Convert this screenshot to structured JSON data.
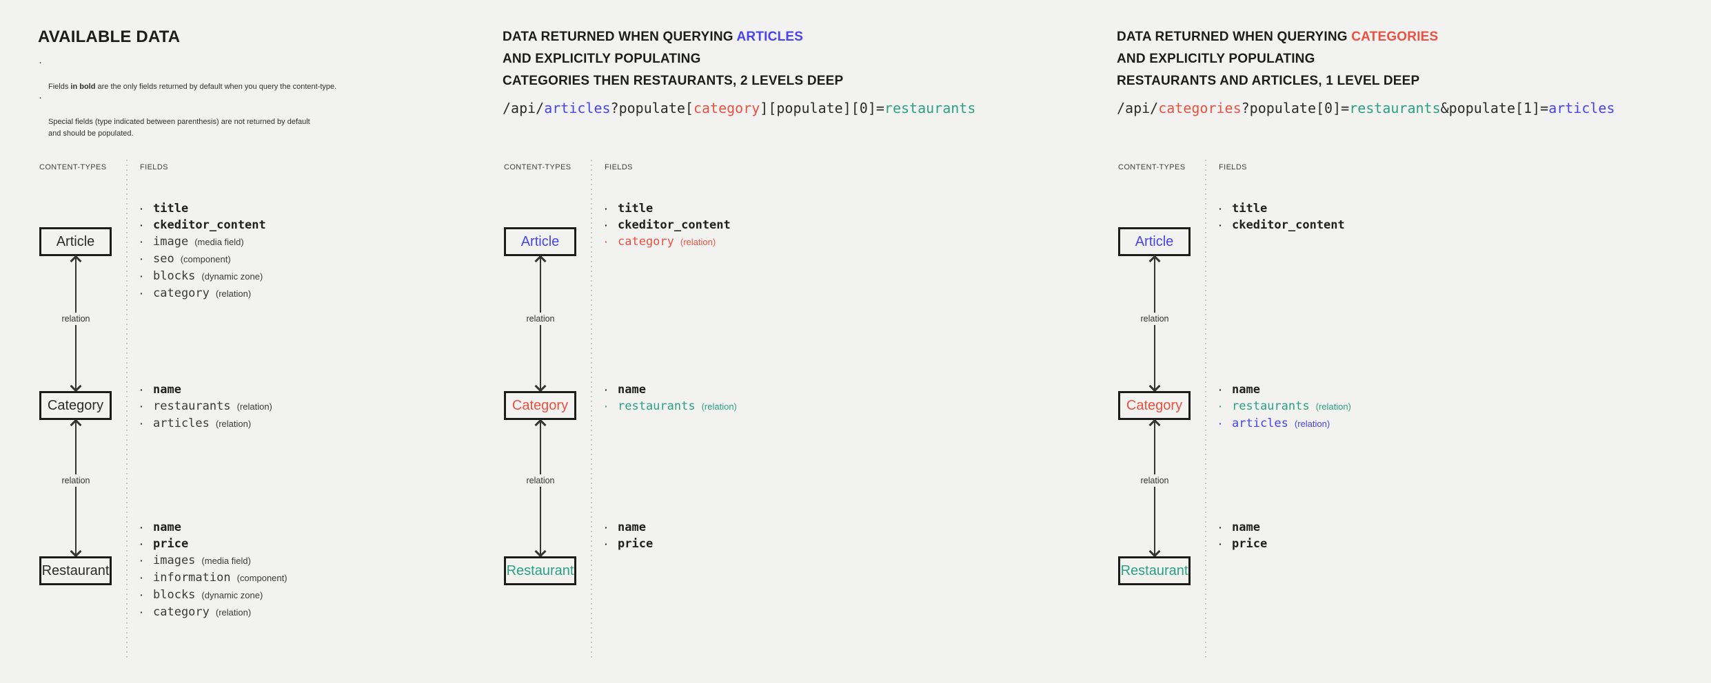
{
  "background": "#f2f2f0",
  "colors": {
    "blue": "#4643ef",
    "red": "#eb5140",
    "teal": "#2aa183",
    "heading": "#1c1c1c"
  },
  "panels": [
    {
      "name": "available-data",
      "heading_lines": [
        [
          {
            "text": "AVAILABLE DATA"
          }
        ]
      ],
      "notes": [
        {
          "parts": [
            {
              "text": "Fields "
            },
            {
              "text": "in bold",
              "bold": true
            },
            {
              "text": " are the only fields returned by default when you query the content-type."
            }
          ]
        },
        {
          "parts": [
            {
              "text": "Special fields (type indicated between parenthesis) are not returned by default\nand should be populated."
            }
          ]
        }
      ],
      "diagram": {
        "content_types_label": "CONTENT-TYPES",
        "fields_label": "FIELDS",
        "relation_label": "relation",
        "nodes": [
          {
            "label": "Article",
            "fields": [
              {
                "name": "title",
                "bold": true
              },
              {
                "name": "ckeditor_content",
                "bold": true
              },
              {
                "name": "image",
                "type": "(media field)"
              },
              {
                "name": "seo",
                "type": "(component)"
              },
              {
                "name": "blocks",
                "type": "(dynamic zone)"
              },
              {
                "name": "category",
                "type": "(relation)"
              }
            ]
          },
          {
            "label": "Category",
            "fields": [
              {
                "name": "name",
                "bold": true
              },
              {
                "name": "restaurants",
                "type": "(relation)"
              },
              {
                "name": "articles",
                "type": "(relation)"
              }
            ]
          },
          {
            "label": "Restaurant",
            "fields": [
              {
                "name": "name",
                "bold": true
              },
              {
                "name": "price",
                "bold": true
              },
              {
                "name": "images",
                "type": "(media field)"
              },
              {
                "name": "information",
                "type": "(component)"
              },
              {
                "name": "blocks",
                "type": "(dynamic zone)"
              },
              {
                "name": "category",
                "type": "(relation)"
              }
            ]
          }
        ]
      }
    },
    {
      "name": "query-articles",
      "heading_lines": [
        [
          {
            "text": "DATA RETURNED WHEN QUERYING "
          },
          {
            "text": "ARTICLES",
            "color": "blue"
          }
        ],
        [
          {
            "text": "AND EXPLICITLY POPULATING"
          }
        ],
        [
          {
            "text": "CATEGORIES THEN RESTAURANTS, 2 LEVELS DEEP"
          }
        ]
      ],
      "api_segments": [
        {
          "text": "/api/"
        },
        {
          "text": "articles",
          "color": "blue"
        },
        {
          "text": "?populate["
        },
        {
          "text": "category",
          "color": "red"
        },
        {
          "text": "][populate][0]="
        },
        {
          "text": "restaurants",
          "color": "teal"
        }
      ],
      "diagram": {
        "content_types_label": "CONTENT-TYPES",
        "fields_label": "FIELDS",
        "relation_label": "relation",
        "nodes": [
          {
            "label": "Article",
            "color": "blue",
            "fields": [
              {
                "name": "title",
                "bold": true
              },
              {
                "name": "ckeditor_content",
                "bold": true
              },
              {
                "name": "category",
                "type": "(relation)",
                "color": "red"
              }
            ]
          },
          {
            "label": "Category",
            "color": "red",
            "fields": [
              {
                "name": "name",
                "bold": true
              },
              {
                "name": "restaurants",
                "type": "(relation)",
                "color": "teal"
              }
            ]
          },
          {
            "label": "Restaurant",
            "color": "teal",
            "fields": [
              {
                "name": "name",
                "bold": true
              },
              {
                "name": "price",
                "bold": true
              }
            ]
          }
        ]
      }
    },
    {
      "name": "query-categories",
      "heading_lines": [
        [
          {
            "text": "DATA RETURNED WHEN QUERYING "
          },
          {
            "text": "CATEGORIES",
            "color": "red"
          }
        ],
        [
          {
            "text": "AND EXPLICITLY POPULATING"
          }
        ],
        [
          {
            "text": "RESTAURANTS AND ARTICLES, 1 LEVEL DEEP"
          }
        ]
      ],
      "api_segments": [
        {
          "text": "/api/"
        },
        {
          "text": "categories",
          "color": "red"
        },
        {
          "text": "?populate[0]="
        },
        {
          "text": "restaurants",
          "color": "teal"
        },
        {
          "text": "&populate[1]="
        },
        {
          "text": "articles",
          "color": "blue"
        }
      ],
      "diagram": {
        "content_types_label": "CONTENT-TYPES",
        "fields_label": "FIELDS",
        "relation_label": "relation",
        "nodes": [
          {
            "label": "Article",
            "color": "blue",
            "fields": [
              {
                "name": "title",
                "bold": true
              },
              {
                "name": "ckeditor_content",
                "bold": true
              }
            ]
          },
          {
            "label": "Category",
            "color": "red",
            "fields": [
              {
                "name": "name",
                "bold": true
              },
              {
                "name": "restaurants",
                "type": "(relation)",
                "color": "teal"
              },
              {
                "name": "articles",
                "type": "(relation)",
                "color": "blue"
              }
            ]
          },
          {
            "label": "Restaurant",
            "color": "teal",
            "fields": [
              {
                "name": "name",
                "bold": true
              },
              {
                "name": "price",
                "bold": true
              }
            ]
          }
        ]
      }
    }
  ]
}
